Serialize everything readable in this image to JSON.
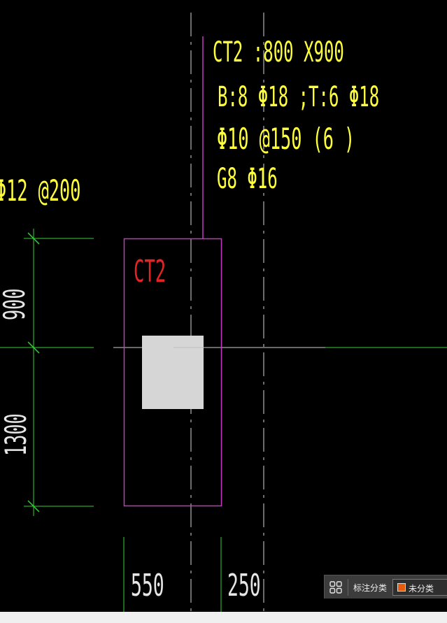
{
  "drawing": {
    "annotation_lines": [
      "CT2 :800 X900",
      "B:8 Φ18 ;T:6 Φ18",
      "Φ10 @150 (6 )",
      "G8 Φ16"
    ],
    "left_text": "Φ12 @200",
    "block_label": "CT2",
    "dim_upper": "900",
    "dim_lower": "1300",
    "dim_bottom_left": "550",
    "dim_bottom_right": "250"
  },
  "toolbar": {
    "icon": "grid-icon",
    "label": "标注分类",
    "select_value": "未分类",
    "swatch_color": "#e85a0c"
  },
  "colors": {
    "background": "#000000",
    "annotation_text": "#ffff3c",
    "block_label": "#e42424",
    "block_outline": "#c238c2",
    "dimension_lines": "#35d235",
    "dimension_text": "#e6e6e6",
    "axis_lines": "#d8d8d8",
    "column_fill": "#d6d6d6"
  }
}
